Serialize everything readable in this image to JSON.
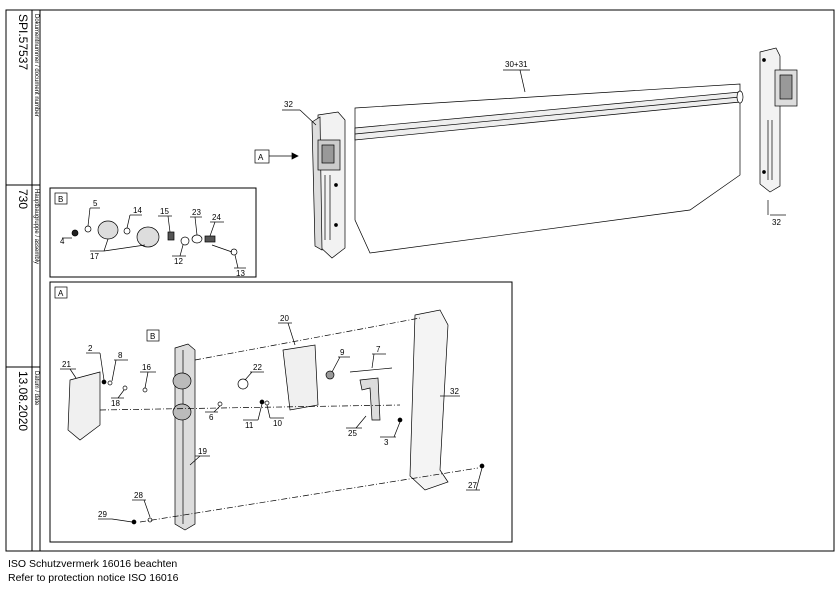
{
  "sidebar": {
    "doc_number_caption": "Dokumentnummer / document number",
    "doc_number": "SPI.57537",
    "assembly_caption": "Hauptbaugruppe / assembly",
    "assembly": "730",
    "date_caption": "Datum / date",
    "date": "13.08.2020"
  },
  "overview": {
    "label_rail": "30+31",
    "label_end_left": "32",
    "label_end_right": "32",
    "view_ref": "A"
  },
  "detail_b": {
    "box_label": "B",
    "parts": [
      "4",
      "5",
      "14",
      "17",
      "15",
      "23",
      "24",
      "12",
      "13"
    ]
  },
  "detail_a": {
    "box_label": "A",
    "callout_b": "B",
    "parts": [
      "2",
      "8",
      "16",
      "18",
      "21",
      "22",
      "6",
      "11",
      "10",
      "20",
      "9",
      "7",
      "25",
      "3",
      "32",
      "19",
      "28",
      "29",
      "27"
    ]
  },
  "footer": {
    "line1": "ISO Schutzvermerk 16016 beachten",
    "line2": "Refer to protection notice ISO 16016"
  }
}
